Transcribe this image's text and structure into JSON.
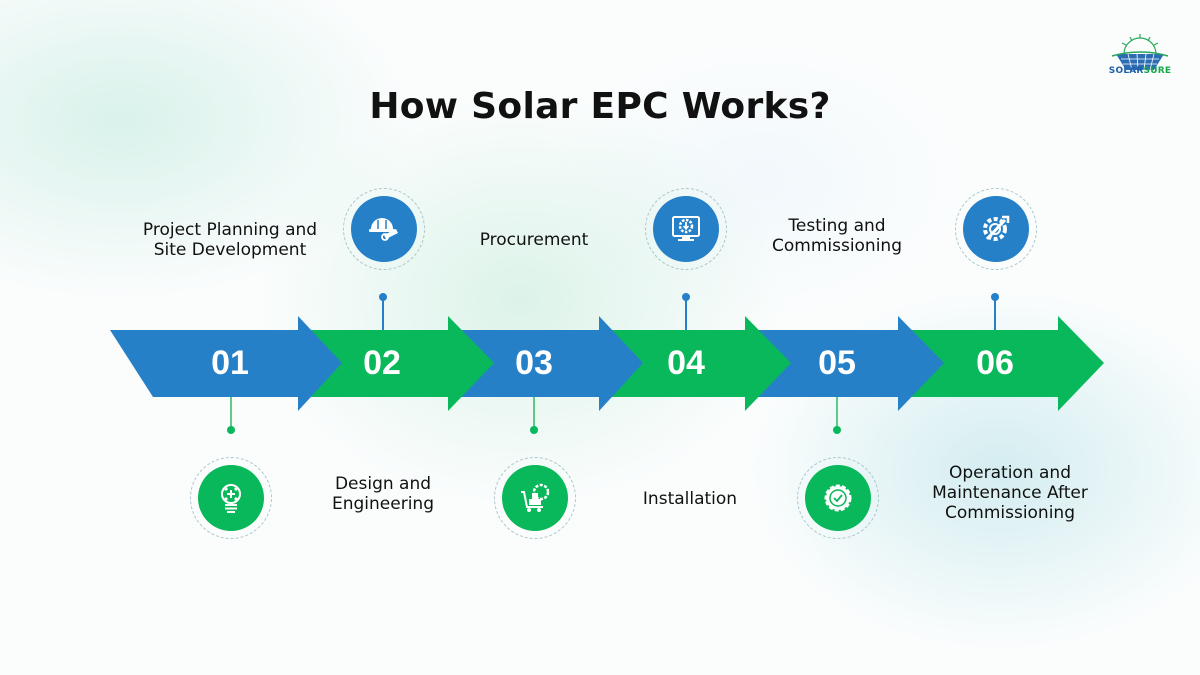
{
  "title": "How Solar EPC Works?",
  "logo": {
    "part1": "SOLAR",
    "part2": "SURE"
  },
  "colors": {
    "blue": "#2680c8",
    "green": "#08b85a",
    "title": "#111111"
  },
  "steps": [
    {
      "number": "01",
      "label_line1": "Project Planning and",
      "label_line2": "Site Development",
      "label_line3": "",
      "icon": "lightbulb-network-icon",
      "color": "blue",
      "icon_position": "below"
    },
    {
      "number": "02",
      "label_line1": "Design and",
      "label_line2": "Engineering",
      "label_line3": "",
      "icon": "hardhat-blueprint-icon",
      "color": "green",
      "icon_position": "above"
    },
    {
      "number": "03",
      "label_line1": "Procurement",
      "label_line2": "",
      "label_line3": "",
      "icon": "cart-gear-icon",
      "color": "blue",
      "icon_position": "below"
    },
    {
      "number": "04",
      "label_line1": "Installation",
      "label_line2": "",
      "label_line3": "",
      "icon": "monitor-gear-download-icon",
      "color": "green",
      "icon_position": "above"
    },
    {
      "number": "05",
      "label_line1": "Testing and",
      "label_line2": "Commissioning",
      "label_line3": "",
      "icon": "badge-check-icon",
      "color": "blue",
      "icon_position": "below"
    },
    {
      "number": "06",
      "label_line1": "Operation and",
      "label_line2": "Maintenance After",
      "label_line3": "Commissioning",
      "icon": "gear-wrench-icon",
      "color": "green",
      "icon_position": "above"
    }
  ]
}
